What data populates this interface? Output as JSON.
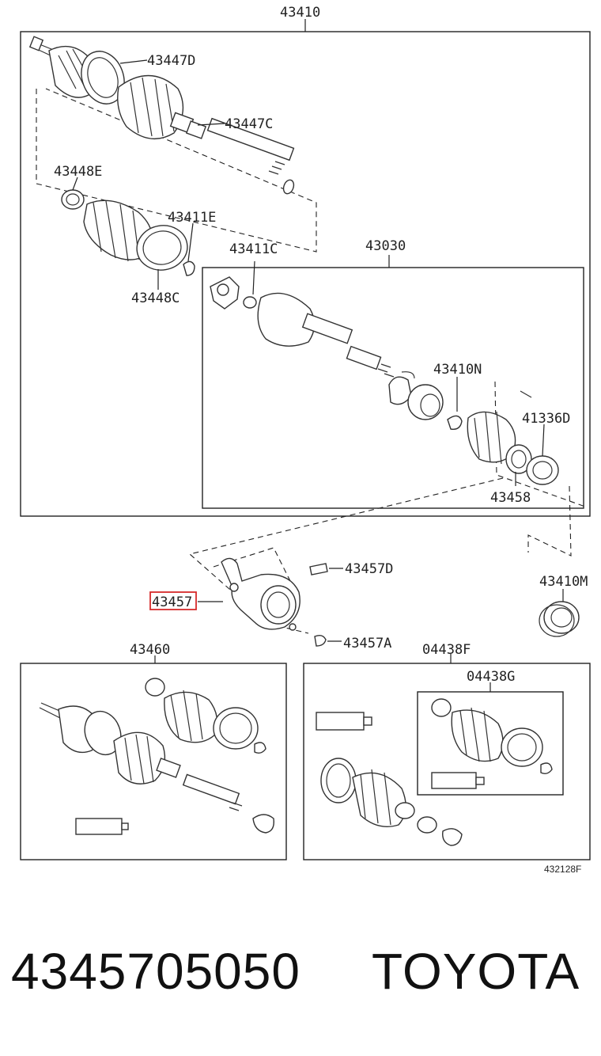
{
  "labels": {
    "main_assembly": "43410",
    "boot_kit_outer": "43447D",
    "boot_kit_clamp": "43447C",
    "clamp_outer_small": "43448E",
    "snap_ring_outer": "43411E",
    "clamp_outer_large": "43448C",
    "snap_ring_inner": "43411C",
    "inner_joint_assembly": "43030",
    "snap_ring_bearing": "43410N",
    "seal_dust": "41336D",
    "bearing_inner": "43458",
    "oil_seal": "43410M",
    "bracket_highlighted": "43457",
    "bolt_upper": "43457D",
    "bolt_lower": "43457A",
    "outer_joint_kit": "43460",
    "boot_kit_outer_set": "04438F",
    "boot_kit_inner_set": "04438G",
    "diagram_code": "432128F"
  },
  "footer": {
    "part_number": "4345705050",
    "brand": "TOYOTA"
  },
  "colors": {
    "highlight": "#d62b2b",
    "line": "#222222"
  }
}
